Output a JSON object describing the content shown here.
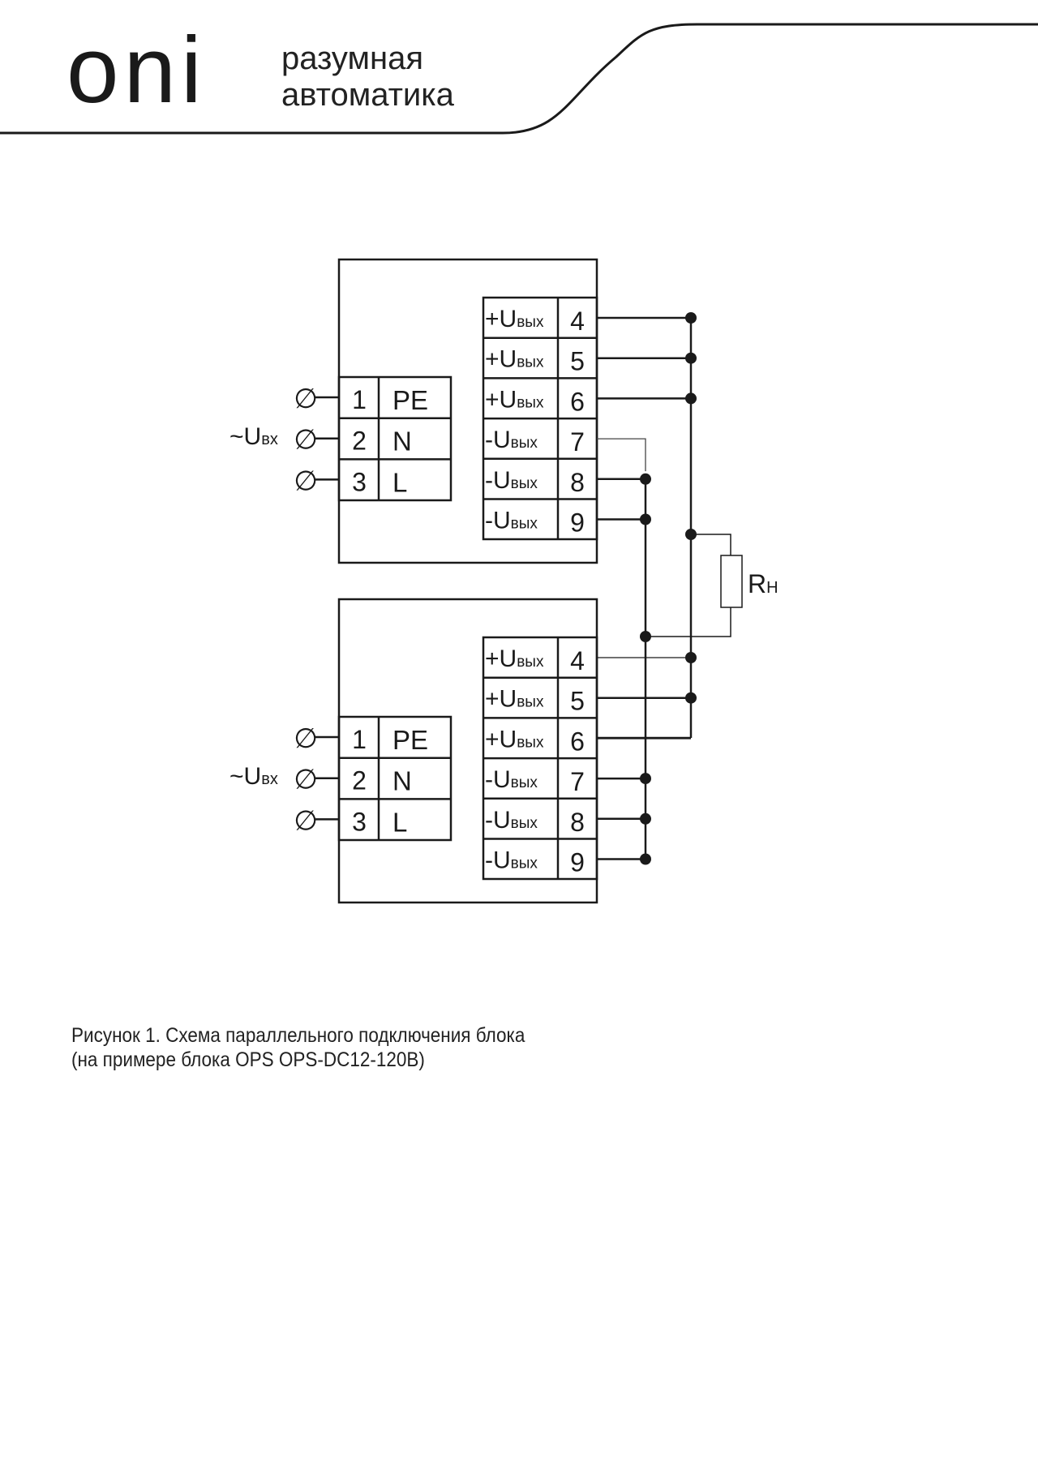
{
  "header": {
    "logo_text": "oni",
    "tagline_line1": "разумная",
    "tagline_line2": "автоматика"
  },
  "diagram": {
    "units": [
      {
        "input_label": "~U",
        "input_label_sub": "вх",
        "input_terminals": [
          {
            "num": "1",
            "name": "PE"
          },
          {
            "num": "2",
            "name": "N"
          },
          {
            "num": "3",
            "name": "L"
          }
        ],
        "output_terminals": [
          {
            "label": "+U",
            "sub": "вых",
            "num": "4"
          },
          {
            "label": "+U",
            "sub": "вых",
            "num": "5"
          },
          {
            "label": "+U",
            "sub": "вых",
            "num": "6"
          },
          {
            "label": "-U",
            "sub": "вых",
            "num": "7"
          },
          {
            "label": "-U",
            "sub": "вых",
            "num": "8"
          },
          {
            "label": "-U",
            "sub": "вых",
            "num": "9"
          }
        ]
      },
      {
        "input_label": "~U",
        "input_label_sub": "вх",
        "input_terminals": [
          {
            "num": "1",
            "name": "PE"
          },
          {
            "num": "2",
            "name": "N"
          },
          {
            "num": "3",
            "name": "L"
          }
        ],
        "output_terminals": [
          {
            "label": "+U",
            "sub": "вых",
            "num": "4"
          },
          {
            "label": "+U",
            "sub": "вых",
            "num": "5"
          },
          {
            "label": "+U",
            "sub": "вых",
            "num": "6"
          },
          {
            "label": "-U",
            "sub": "вых",
            "num": "7"
          },
          {
            "label": "-U",
            "sub": "вых",
            "num": "8"
          },
          {
            "label": "-U",
            "sub": "вых",
            "num": "9"
          }
        ]
      }
    ],
    "load_label": "R",
    "load_label_sub": "Н",
    "terminal_symbol": "∅"
  },
  "caption": {
    "line1": "Рисунок 1. Схема параллельного подключения блока",
    "line2": "(на примере блока  OPS OPS-DC12-120B)"
  }
}
